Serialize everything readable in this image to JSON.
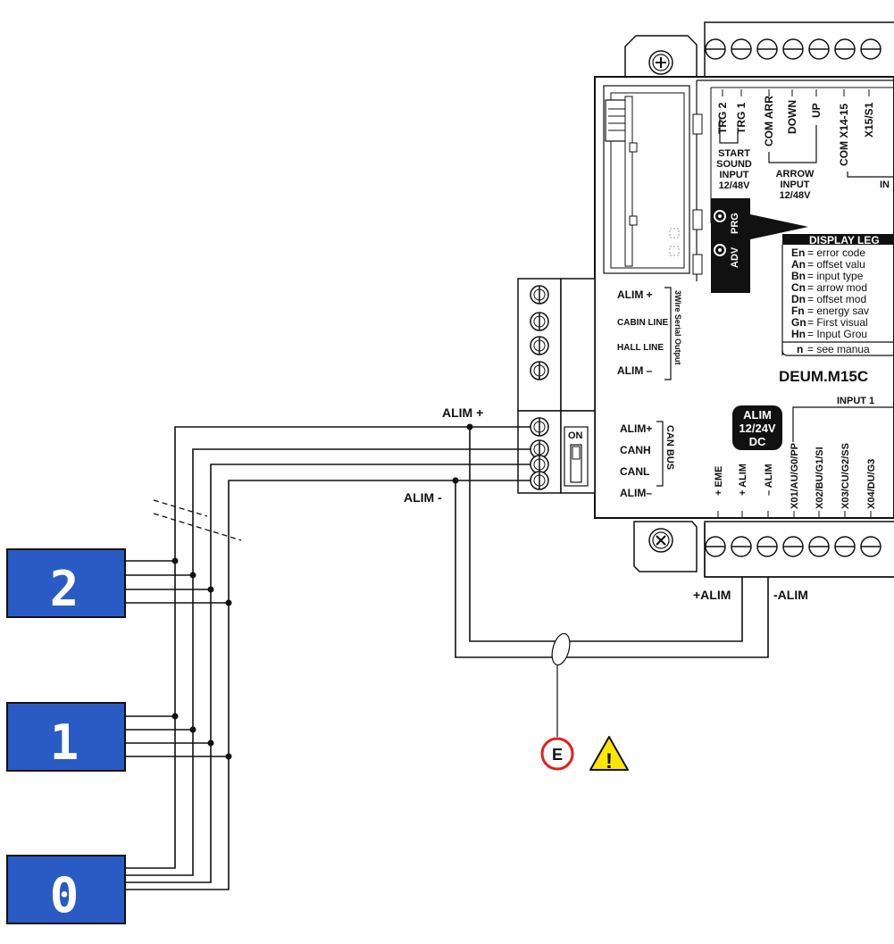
{
  "bus_labels": {
    "alim_plus": "ALIM +",
    "alim_minus": "ALIM -",
    "plus_alim": "+ALIM",
    "minus_alim": "-ALIM"
  },
  "serial_block": {
    "title": "3Wire Serial Output",
    "terminals": [
      "ALIM +",
      "CABIN LINE",
      "HALL LINE",
      "ALIM –"
    ]
  },
  "can_block": {
    "title": "CAN BUS",
    "switch_label": "ON",
    "terminals": [
      "ALIM+",
      "CANH",
      "CANL",
      "ALIM–"
    ]
  },
  "top_terminals": [
    "TRG 2",
    "TRG 1",
    "COM ARR",
    "DOWN",
    "UP",
    "COM X14-15",
    "X15/S1"
  ],
  "top_groups": {
    "start_sound": "START SOUND INPUT 12/48V",
    "arrow_input": "ARROW INPUT 12/48V",
    "input_partial": "IN"
  },
  "buttons": {
    "prg": "PRG",
    "adv": "ADV"
  },
  "display_legend": {
    "title": "DISPLAY LEG",
    "rows": [
      {
        "key": "En",
        "text": "= error code"
      },
      {
        "key": "An",
        "text": "= offset valu"
      },
      {
        "key": "Bn",
        "text": "= input type"
      },
      {
        "key": "Cn",
        "text": "= arrow mod"
      },
      {
        "key": "Dn",
        "text": "= offset mod"
      },
      {
        "key": "Fn",
        "text": "= energy sav"
      },
      {
        "key": "Gn",
        "text": "= First visual"
      },
      {
        "key": "Hn",
        "text": "= Input Grou"
      }
    ],
    "note_key": "n",
    "note_text": "= see manua"
  },
  "model": "DEUM.M15C",
  "power_badge": [
    "ALIM",
    "12/24V",
    "DC"
  ],
  "input_partial": "INPUT 1",
  "bottom_terminals": [
    "+ EME",
    "+ ALIM",
    "– ALIM",
    "X01/AU/G0/PP",
    "X02/BU/G1/SI",
    "X03/CU/G2/SS",
    "X04/DU/G3"
  ],
  "displays": [
    "2",
    "1",
    "0"
  ],
  "ground_symbol": "E",
  "warning_symbol": "!",
  "colors": {
    "display_fill": "#2a5bc4",
    "ground_ring": "#e0201f",
    "warning_fill": "#ffe600",
    "ink": "#111111"
  }
}
